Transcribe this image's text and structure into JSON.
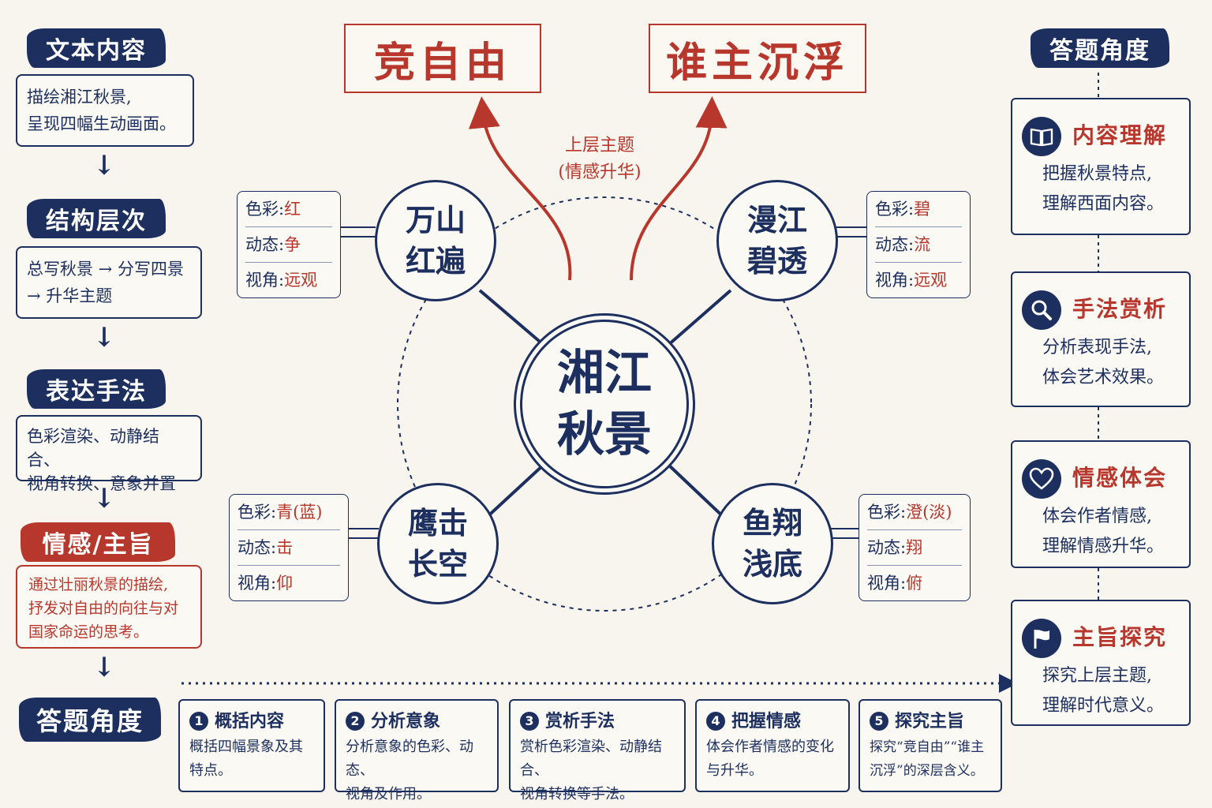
{
  "top": {
    "left_theme": "竞自由",
    "right_theme": "谁主沉浮",
    "center_label_1": "上层主题",
    "center_label_2": "(情感升华)"
  },
  "left": {
    "s1": {
      "title": "文本内容",
      "text": [
        "描绘湘江秋景,",
        "呈现四幅生动画面。"
      ]
    },
    "s2": {
      "title": "结构层次",
      "text": [
        "总写秋景 → 分写四景",
        "→ 升华主题"
      ]
    },
    "s3": {
      "title": "表达手法",
      "text": [
        "色彩渲染、动静结合、",
        "视角转换、意象并置"
      ]
    },
    "s4": {
      "title": "情感/主旨",
      "text": [
        "通过壮丽秋景的描绘,",
        "抒发对自由的向往与对",
        "国家命运的思考。"
      ]
    },
    "s5": {
      "title": "答题角度"
    }
  },
  "center": {
    "main": [
      "湘江",
      "秋景"
    ],
    "tl": {
      "name": [
        "万山",
        "红遍"
      ],
      "attrs": [
        [
          "色彩:",
          "红"
        ],
        [
          "动态:",
          "争"
        ],
        [
          "视角:",
          "远观"
        ]
      ]
    },
    "tr": {
      "name": [
        "漫江",
        "碧透"
      ],
      "attrs": [
        [
          "色彩:",
          "碧"
        ],
        [
          "动态:",
          "流"
        ],
        [
          "视角:",
          "远观"
        ]
      ]
    },
    "bl": {
      "name": [
        "鹰击",
        "长空"
      ],
      "attrs": [
        [
          "色彩:",
          "青(蓝)"
        ],
        [
          "动态:",
          "击"
        ],
        [
          "视角:",
          "仰"
        ]
      ]
    },
    "br": {
      "name": [
        "鱼翔",
        "浅底"
      ],
      "attrs": [
        [
          "色彩:",
          "澄(淡)"
        ],
        [
          "动态:",
          "翔"
        ],
        [
          "视角:",
          "俯"
        ]
      ]
    }
  },
  "right": {
    "title": "答题角度",
    "cards": [
      {
        "icon": "book-icon",
        "title": "内容理解",
        "text": [
          "把握秋景特点,",
          "理解西面内容。"
        ]
      },
      {
        "icon": "search-icon",
        "title": "手法赏析",
        "text": [
          "分析表现手法,",
          "体会艺术效果。"
        ]
      },
      {
        "icon": "heart-icon",
        "title": "情感体会",
        "text": [
          "体会作者情感,",
          "理解情感升华。"
        ]
      },
      {
        "icon": "flag-icon",
        "title": "主旨探究",
        "text": [
          "探究上层主题,",
          "理解时代意义。"
        ]
      }
    ]
  },
  "bottom": [
    {
      "num": "1",
      "title": "概括内容",
      "text": [
        "概括四幅景象及其",
        "特点。"
      ]
    },
    {
      "num": "2",
      "title": "分析意象",
      "text": [
        "分析意象的色彩、动态、",
        "视角及作用。"
      ]
    },
    {
      "num": "3",
      "title": "赏析手法",
      "text": [
        "赏析色彩渲染、动静结合、",
        "视角转换等手法。"
      ]
    },
    {
      "num": "4",
      "title": "把握情感",
      "text": [
        "体会作者情感的变化",
        "与升华。"
      ]
    },
    {
      "num": "5",
      "title": "探究主旨",
      "text": [
        "探究“竞自由”“谁主",
        "沉浮”的深层含义。"
      ]
    }
  ],
  "colors": {
    "navy": "#1c2f5e",
    "red": "#b8372c",
    "paper": "#f8f5ee"
  }
}
